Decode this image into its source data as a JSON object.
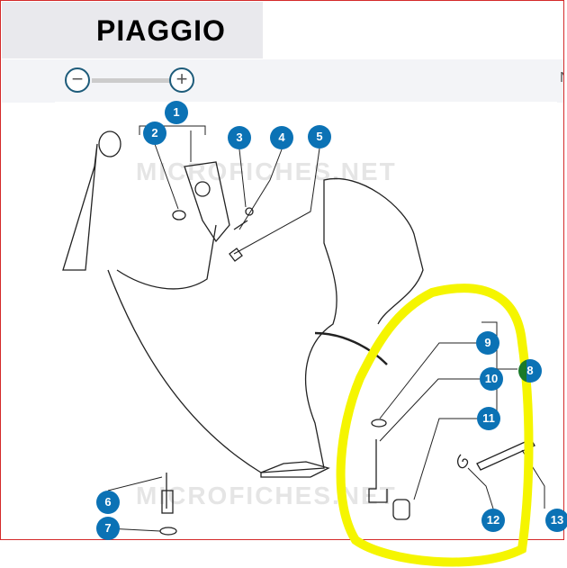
{
  "header": {
    "brand": "PIAGGIO",
    "cut_text": "N"
  },
  "zoom": {
    "out_label": "−",
    "in_label": "+"
  },
  "diagram": {
    "watermark": "MICROFICHES.NET",
    "callouts": [
      "1",
      "2",
      "3",
      "4",
      "5",
      "6",
      "7",
      "8",
      "9",
      "10",
      "11",
      "12",
      "13"
    ],
    "highlight_color": "#f5f500",
    "callout_color": "#0b72b5"
  }
}
